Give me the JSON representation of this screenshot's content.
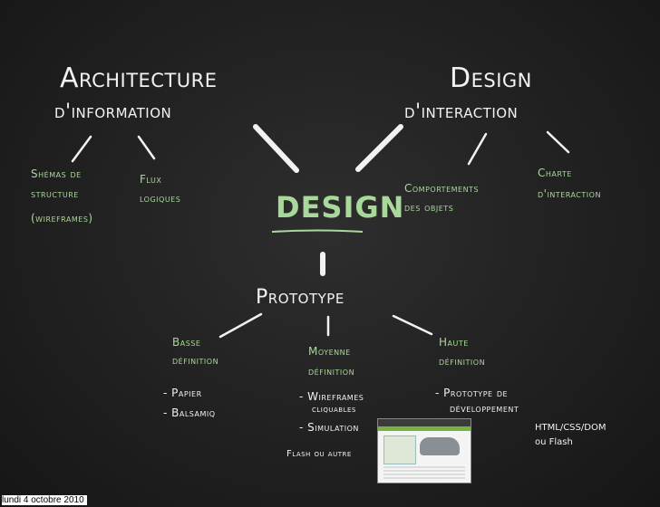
{
  "board": {
    "left_title": {
      "line1": "Architecture",
      "line2": "d'information"
    },
    "right_title": {
      "line1": "Design",
      "line2": "d'interaction"
    },
    "center": "DESIGN",
    "prototype": "Prototype",
    "left_items": [
      {
        "lines": [
          "Shémas de",
          "structure",
          "(wireframes)"
        ]
      },
      {
        "lines": [
          "Flux",
          "logiques"
        ]
      }
    ],
    "right_items": [
      {
        "lines": [
          "Comportements",
          "des objets"
        ]
      },
      {
        "lines": [
          "Charte",
          "d'interaction"
        ]
      }
    ],
    "basse": {
      "title": [
        "Basse",
        "définition"
      ],
      "items": [
        "- Papier",
        "- Balsamiq"
      ]
    },
    "moyenne": {
      "title": [
        "Moyenne",
        "définition"
      ],
      "items": [
        "- Wireframes",
        "cliquables",
        "- Simulation",
        "Flash ou autre"
      ]
    },
    "haute": {
      "title": [
        "Haute",
        "définition"
      ],
      "items": [
        "- Prototype de",
        "développement"
      ],
      "note": [
        "HTML/CSS/DOM",
        "ou Flash"
      ]
    }
  },
  "footer": {
    "date": "lundi 4 octobre 2010"
  },
  "colors": {
    "chalk_white": "#f2f2f2",
    "chalk_green": "#a8d89a",
    "board": "#232323"
  }
}
